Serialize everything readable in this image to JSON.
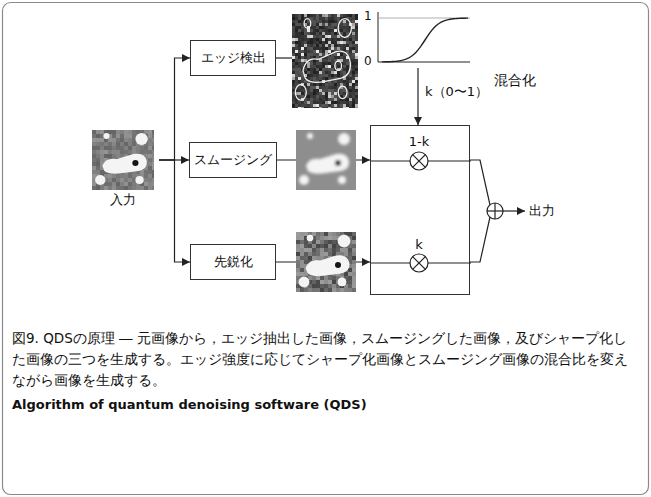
{
  "diagram": {
    "caption": "図9. QDSの原理 ― 元画像から，エッジ抽出した画像，スムージングした画像，及びシャープ化した画像の三つを生成する。エッジ強度に応じてシャープ化画像とスムージング画像の混合比を変えながら画像を生成する。",
    "nodes": [
      {
        "text": [
          "入力"
        ]
      },
      {
        "text": [
          "エッジ検出"
        ]
      },
      {
        "text": [
          "スムージング"
        ]
      },
      {
        "text": [
          "先鋭化"
        ]
      },
      {
        "text": [
          "1-k",
          "k"
        ]
      }
    ],
    "edges": [
      {
        "from": 0,
        "to": 1,
        "arrow": "to"
      },
      {
        "from": 0,
        "to": 2,
        "arrow": "to"
      },
      {
        "from": 0,
        "to": 3,
        "arrow": "to"
      },
      {
        "from": 2,
        "to": 4,
        "arrow": "to"
      },
      {
        "from": 3,
        "to": 4,
        "arrow": "to"
      }
    ],
    "labels": [
      "1",
      "0",
      "混合化",
      "k（0〜1）",
      "出力",
      "Algorithm of quantum denoising software (QDS)"
    ]
  }
}
